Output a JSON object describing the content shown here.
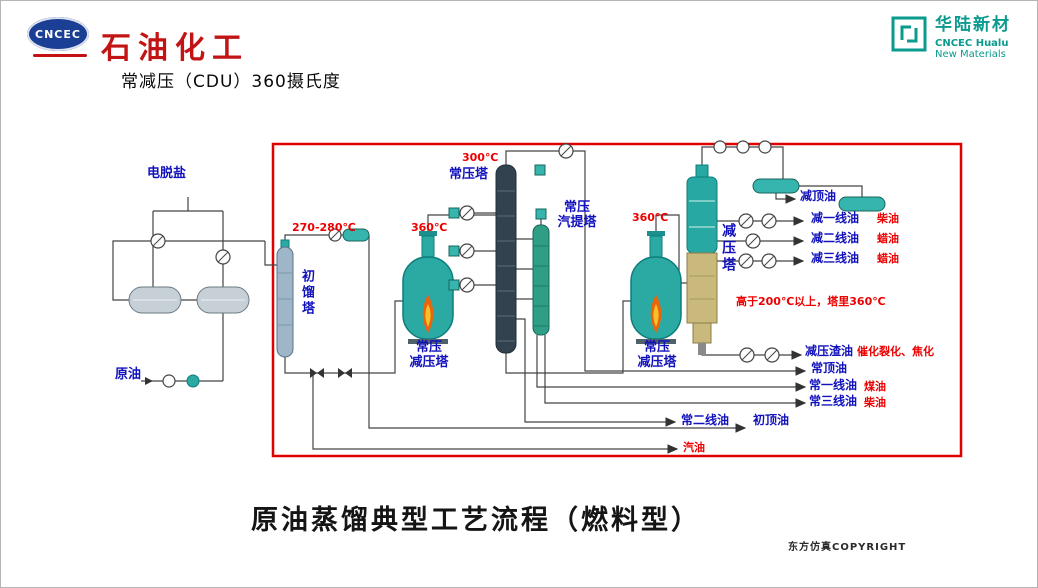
{
  "header": {
    "cncec_logo_text": "CNCEC",
    "brand_title": "石油化工",
    "hualu": {
      "name_cn": "华陆新材",
      "name_en1": "CNCEC Hualu",
      "name_en2": "New Materials"
    }
  },
  "slide": {
    "title": "常减压（CDU）360摄氏度",
    "caption": "原油蒸馏典型工艺流程（燃料型）",
    "copyright": "东方仿真COPYRIGHT"
  },
  "diagram": {
    "equipment": {
      "desalter": "电脱盐",
      "crude_oil": "原油",
      "initial_tower": "初馏塔",
      "atm_tower": "常压塔",
      "stripper_line1": "常压",
      "stripper_line2": "汽提塔",
      "furnace_line1": "常压",
      "furnace_line2": "减压塔",
      "vacuum_tower": "减压塔"
    },
    "temperatures": {
      "initial_tower_inlet": "270-280℃",
      "furnace1_outlet": "360℃",
      "atm_tower_top": "300℃",
      "furnace2_outlet": "360℃",
      "vacuum_note": "高于200℃以上，塔里360℃"
    },
    "streams": {
      "vac_top": "减顶油",
      "vac_line1": "减一线油",
      "vac_line1_product": "柴油",
      "vac_line2": "减二线油",
      "vac_line2_product": "蜡油",
      "vac_line3": "减三线油",
      "vac_line3_product": "蜡油",
      "vac_residue": "减压渣油",
      "vac_residue_product": "催化裂化、焦化",
      "atm_top": "常顶油",
      "atm_line1": "常一线油",
      "atm_line1_product": "煤油",
      "atm_line3": "常三线油",
      "atm_line3_product": "柴油",
      "atm_line2": "常二线油",
      "initial_top": "初顶油",
      "gasoline": "汽油"
    },
    "colors": {
      "label_blue": "#1212bd",
      "label_red": "#ee0000",
      "boundary_red": "#e00000",
      "equipment_teal": "#2aaaa2"
    }
  }
}
